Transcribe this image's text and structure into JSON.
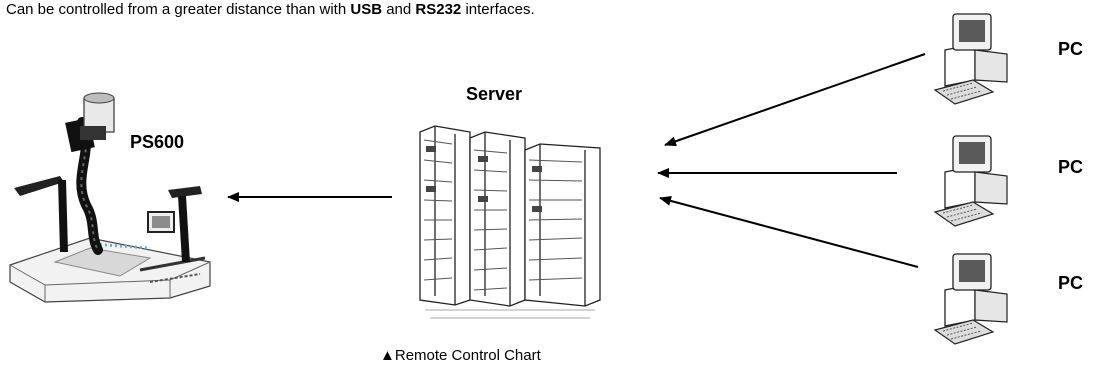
{
  "intro": {
    "prefix": "Can be controlled from a greater distance than with ",
    "usb": "USB",
    "and": " and ",
    "rs232": "RS232",
    "suffix": " interfaces."
  },
  "nodes": {
    "server_label": "Server",
    "device_label": "PS600",
    "pc_labels": [
      "PC",
      "PC",
      "PC"
    ]
  },
  "caption": {
    "marker": "▲",
    "text": "Remote Control Chart"
  }
}
